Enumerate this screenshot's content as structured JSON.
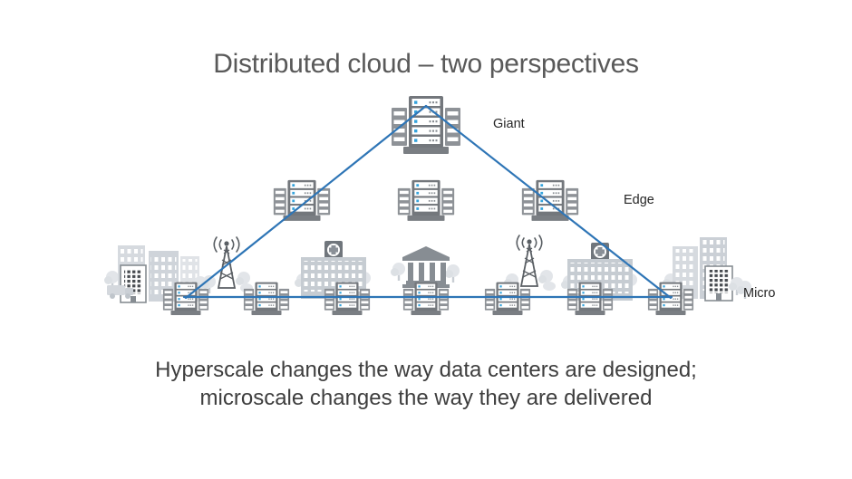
{
  "slide": {
    "title": "Distributed cloud – two perspectives",
    "caption_line1": "Hyperscale changes the way data centers are designed;",
    "caption_line2": "microscale changes the way they are delivered"
  },
  "tier_labels": {
    "giant": "Giant",
    "edge": "Edge",
    "micro": "Micro"
  },
  "diagram": {
    "type": "pyramid-hierarchy",
    "tiers": [
      {
        "label": "Giant",
        "server_count": 1
      },
      {
        "label": "Edge",
        "server_count": 3
      },
      {
        "label": "Micro",
        "server_count": 7
      }
    ],
    "micro_site_icons": [
      "city-buildings",
      "cell-tower",
      "hospital",
      "bank",
      "cell-tower",
      "hospital",
      "city-buildings"
    ]
  },
  "colors": {
    "connector_blue": "#2E75B6",
    "server_gray": "#73777C",
    "server_accent_blue": "#35A3DC",
    "building_light_gray": "#D6DADF",
    "title_text": "#595959",
    "caption_text": "#3E3E3E",
    "label_text": "#262626",
    "background": "#FFFFFF"
  }
}
